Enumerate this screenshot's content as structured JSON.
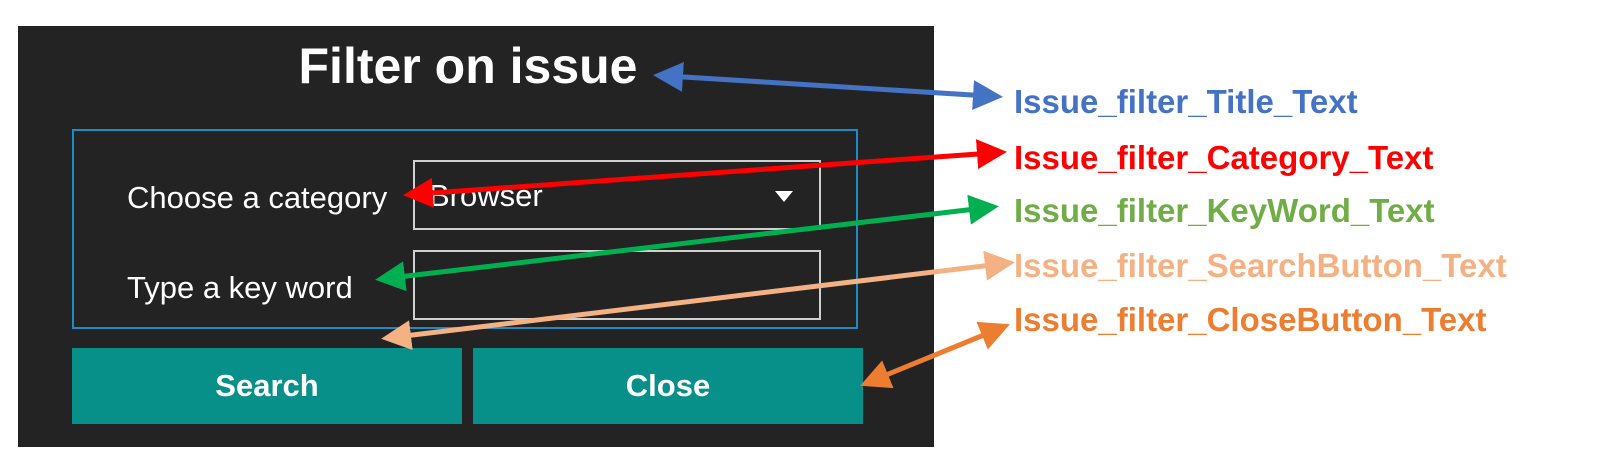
{
  "dialog": {
    "title": "Filter on issue",
    "category_label": "Choose a category",
    "category_value": "Browser",
    "keyword_label": "Type a key word",
    "keyword_value": "",
    "search_label": "Search",
    "close_label": "Close"
  },
  "annotations": [
    {
      "text": "Issue_filter_Title_Text",
      "color": "#4472c4"
    },
    {
      "text": "Issue_filter_Category_Text",
      "color": "#ff0000"
    },
    {
      "text": "Issue_filter_KeyWord_Text",
      "color": "#70ad47"
    },
    {
      "text": "Issue_filter_SearchButton_Text",
      "color": "#f4b183"
    },
    {
      "text": "Issue_filter_CloseButton_Text",
      "color": "#ed7d31"
    }
  ],
  "colors": {
    "dialog_bg": "#232323",
    "accent_button": "#078f8a",
    "form_border": "#1e8bc3"
  }
}
